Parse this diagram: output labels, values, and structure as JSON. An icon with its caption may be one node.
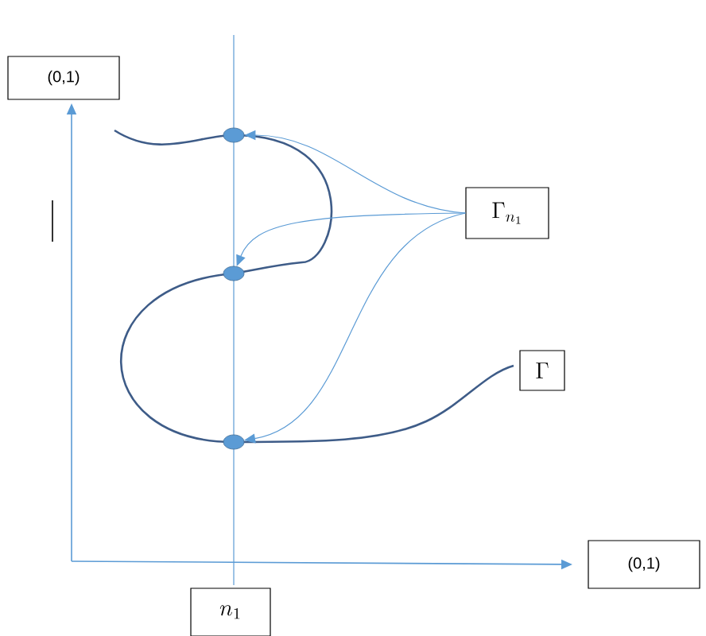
{
  "diagram": {
    "nodes": [
      {
        "text": [
          "(0,1)"
        ]
      },
      {
        "text": [
          "\\Gamma_{n_1}"
        ]
      },
      {
        "text": [
          "\\Gamma"
        ]
      },
      {
        "text": [
          "n_1"
        ]
      },
      {
        "text": [
          "(0,1)"
        ]
      },
      {
        "text": [],
        "shape": "circle"
      },
      {
        "text": [],
        "shape": "circle"
      },
      {
        "text": [],
        "shape": "circle"
      }
    ],
    "edges": [
      {
        "from": 1,
        "to": 5,
        "arrow": "to"
      },
      {
        "from": 1,
        "to": 6,
        "arrow": "to"
      },
      {
        "from": 1,
        "to": 7,
        "arrow": "to"
      }
    ]
  }
}
